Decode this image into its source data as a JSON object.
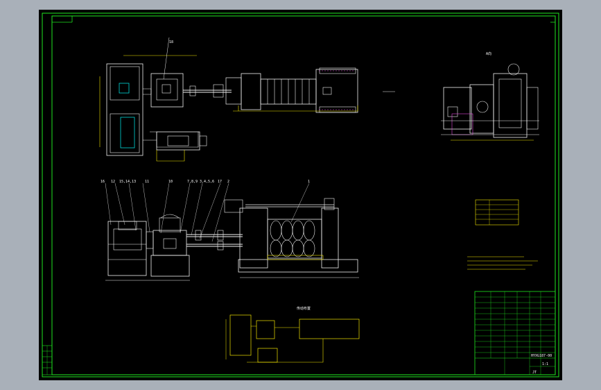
{
  "callouts": {
    "top_view_mark": "18",
    "front_marks": [
      "16",
      "12",
      "15,14,13",
      "11",
      "10",
      "7,8,9",
      "3,4,5,6",
      "17",
      "2",
      "1"
    ]
  },
  "side_view_title": "A向",
  "bottom_view_title": "传动布置",
  "title_block": {
    "drawing_no": "HYXG187-00",
    "scale": "1:1",
    "sheet": "JT"
  },
  "colors": {
    "frame": "#1fe61f",
    "machine": "#f2f2f2",
    "dimension": "#f3e600",
    "hatch": "#e04bdc",
    "center": "#00d7d7"
  }
}
